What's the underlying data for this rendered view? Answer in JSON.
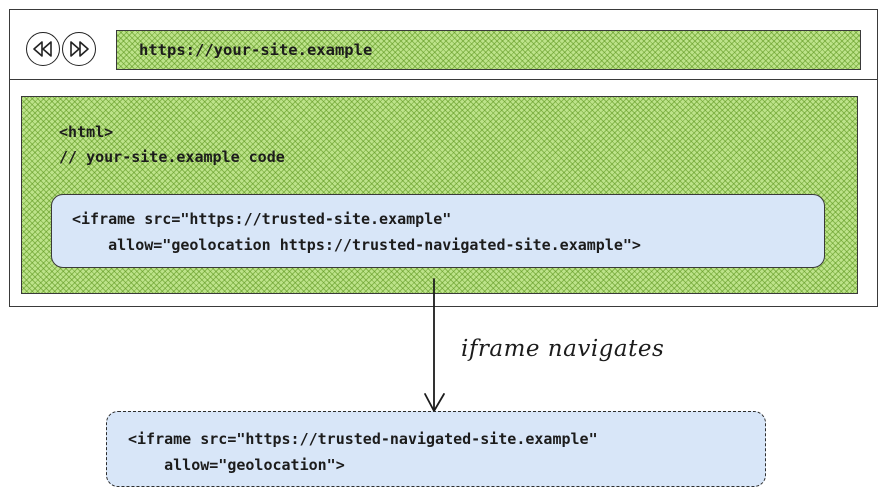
{
  "browser": {
    "url": "https://your-site.example",
    "back_icon": "rewind-icon",
    "forward_icon": "fast-forward-icon"
  },
  "page": {
    "code_lines": [
      "<html>",
      "// your-site.example code"
    ]
  },
  "iframe_before": {
    "line1": "<iframe src=\"https://trusted-site.example\"",
    "line2": "    allow=\"geolocation https://trusted-navigated-site.example\">"
  },
  "transition_label": "iframe navigates",
  "iframe_after": {
    "line1": "<iframe src=\"https://trusted-navigated-site.example\"",
    "line2": "    allow=\"geolocation\">"
  },
  "colors": {
    "page_fill": "#bde38a",
    "iframe_fill": "#d8e6f8",
    "stroke": "#3a3a3a"
  }
}
